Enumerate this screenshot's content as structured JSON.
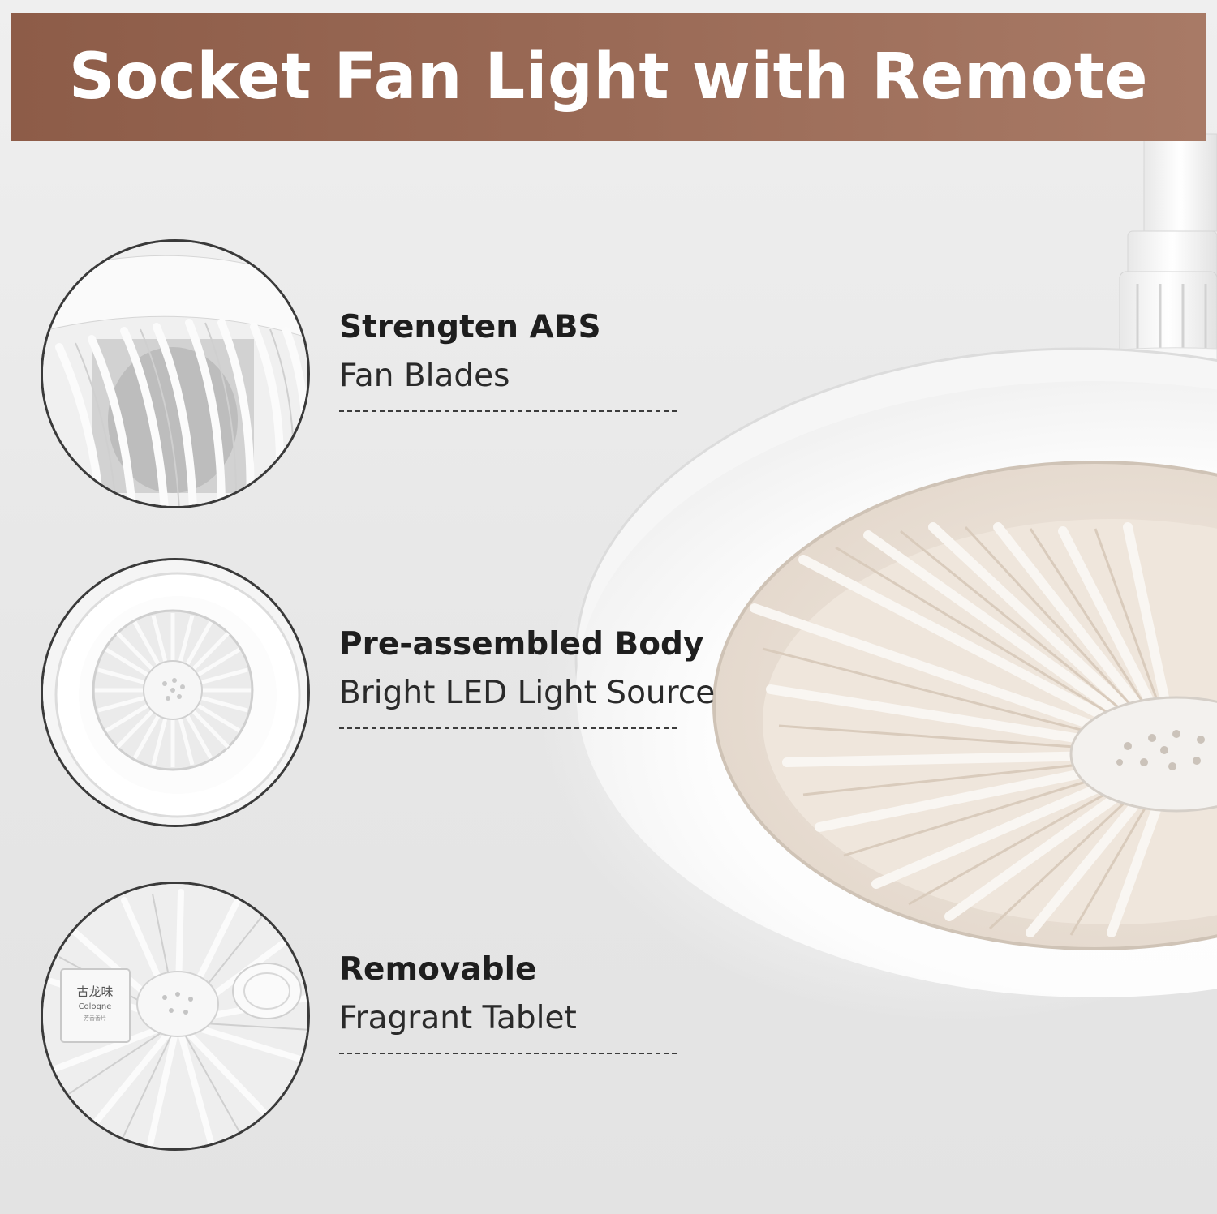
{
  "header": {
    "title": "Socket Fan Light with Remote",
    "background_color": "#9a6a56",
    "text_color": "#ffffff"
  },
  "features": [
    {
      "heading": "Strengten ABS",
      "subtitle": "Fan Blades",
      "image": "fan-blades-closeup"
    },
    {
      "heading": "Pre-assembled Body",
      "subtitle": "Bright LED Light Source",
      "image": "led-ring-fan-top-view"
    },
    {
      "heading": "Removable",
      "subtitle": "Fragrant Tablet",
      "image": "fragrant-tablet-fan"
    }
  ],
  "tablet_packet": {
    "chinese": "古龙味",
    "brand": "Cologne",
    "small_print": "芳香香片"
  }
}
